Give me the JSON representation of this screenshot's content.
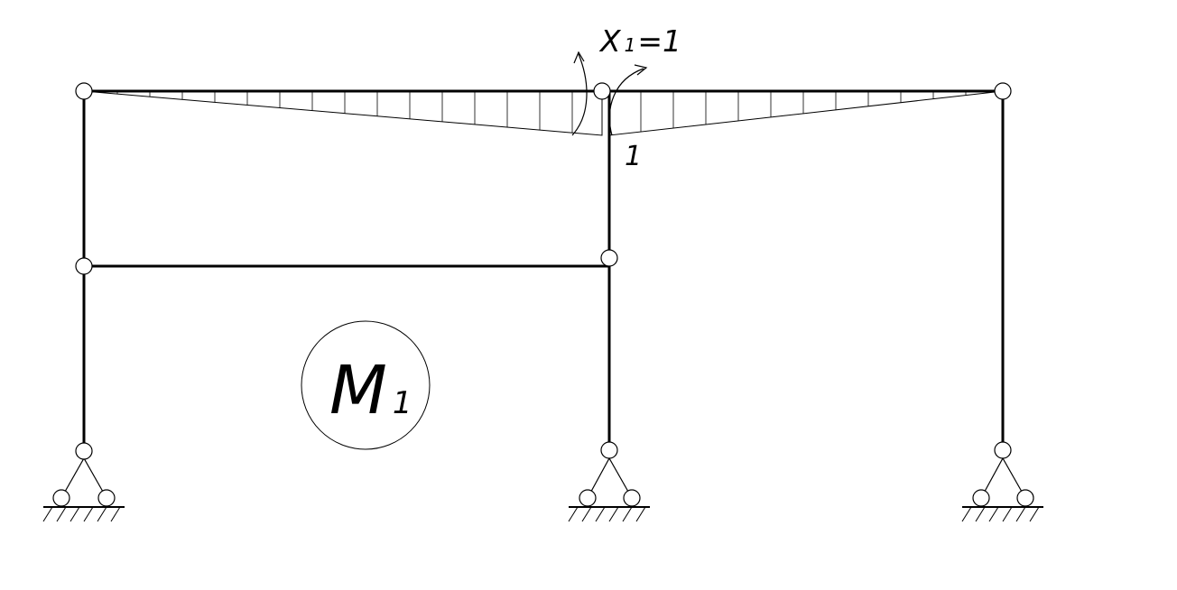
{
  "load_label": {
    "main": "X",
    "subscript": "1",
    "rest": "=1"
  },
  "ordinate_label": "1",
  "diagram_label": {
    "main": "M",
    "subscript": "1"
  },
  "colors": {
    "stroke": "#000000",
    "background": "#ffffff"
  }
}
